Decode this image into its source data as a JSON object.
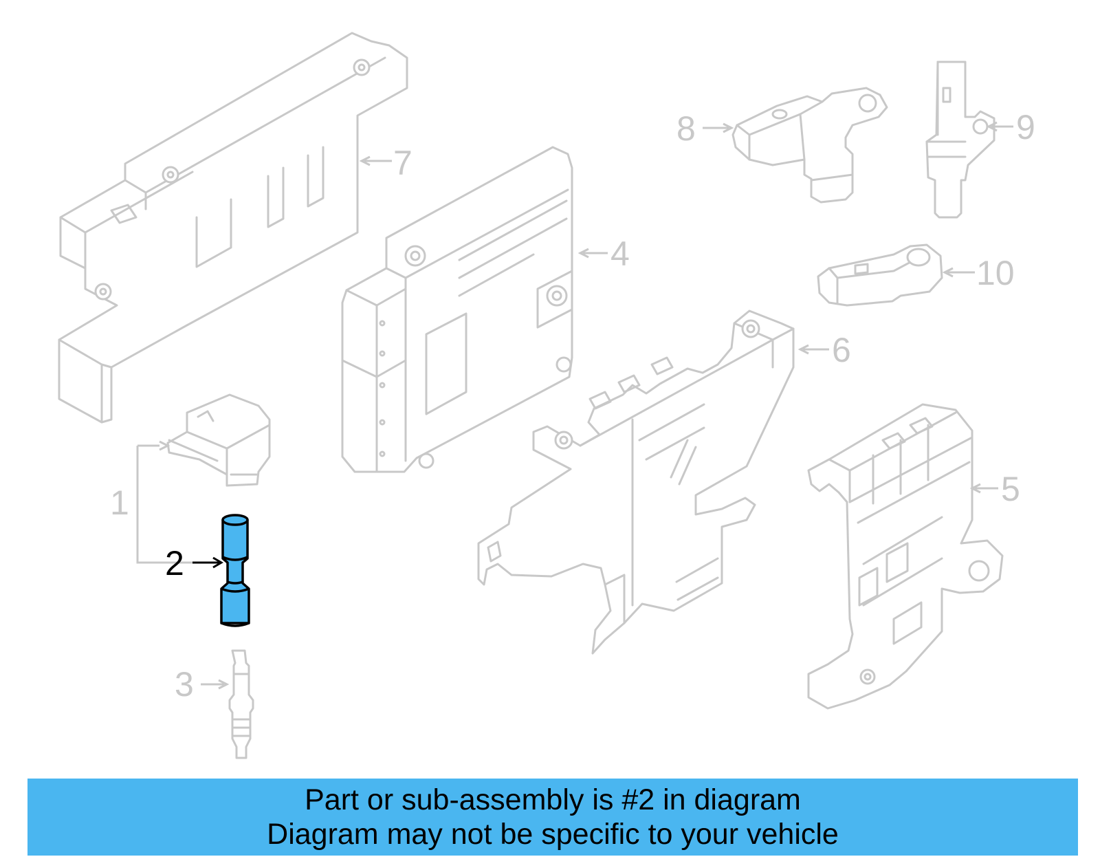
{
  "diagram": {
    "callouts": [
      {
        "id": "1",
        "label": "1"
      },
      {
        "id": "2",
        "label": "2",
        "active": true
      },
      {
        "id": "3",
        "label": "3"
      },
      {
        "id": "4",
        "label": "4"
      },
      {
        "id": "5",
        "label": "5"
      },
      {
        "id": "6",
        "label": "6"
      },
      {
        "id": "7",
        "label": "7"
      },
      {
        "id": "8",
        "label": "8"
      },
      {
        "id": "9",
        "label": "9"
      },
      {
        "id": "10",
        "label": "10"
      }
    ],
    "highlight_color": "#4ab6f0",
    "ghost_color": "#c8c8c8"
  },
  "banner": {
    "line1": "Part or sub-assembly is #2 in diagram",
    "line2": "Diagram may not be specific to your vehicle",
    "background": "#4ab6f0"
  }
}
